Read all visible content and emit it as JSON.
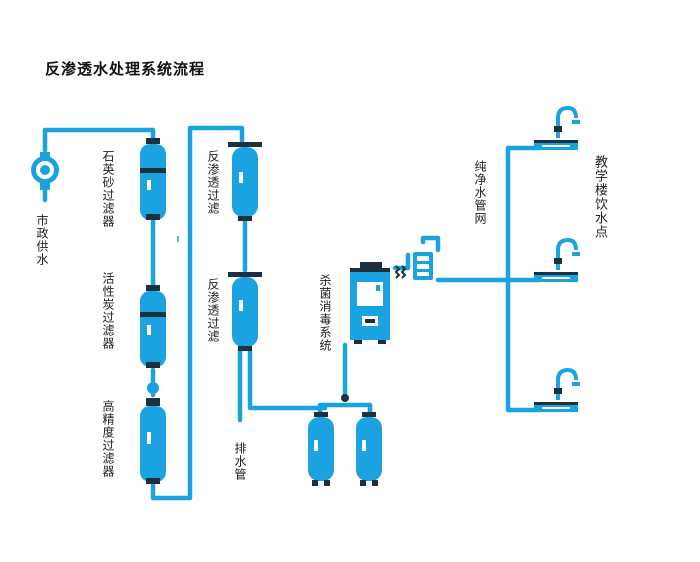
{
  "title": "反渗透水处理系统流程",
  "labels": {
    "city_supply": "市政供水",
    "quartz": "石英砂过滤器",
    "carbon": "活性炭过滤器",
    "precision": "高精度过滤器",
    "ro1": "反渗透过滤",
    "ro2": "反渗透过滤",
    "drain": "排水管",
    "sterilize": "杀菌消毒系统",
    "pure_pipe": "纯净水管网",
    "taps": "教学楼饮水点"
  },
  "colors": {
    "pipe": "#1aa3e0",
    "dark": "#1b3142",
    "background": "#ffffff"
  },
  "icons": [
    "water-meter-icon",
    "filter-tank-icon",
    "ro-membrane-icon",
    "storage-tank-icon",
    "sterilizer-icon",
    "faucet-icon"
  ]
}
